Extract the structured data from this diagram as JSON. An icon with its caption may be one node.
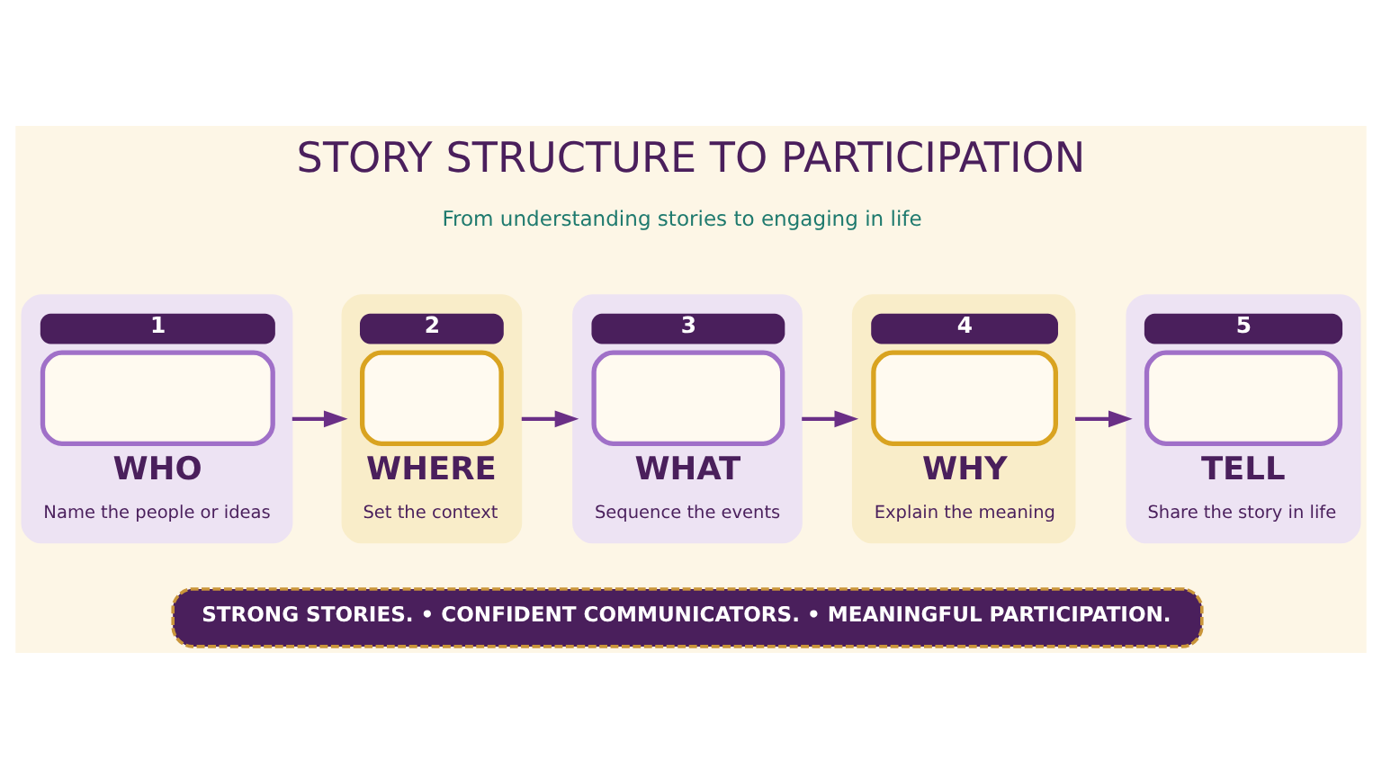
{
  "diagram": {
    "title": "STORY STRUCTURE TO PARTICIPATION",
    "nodes": [
      {
        "text": [
          "1",
          "WHO",
          "Name the people or ideas"
        ]
      },
      {
        "text": [
          "2",
          "WHERE",
          "Set the context"
        ]
      },
      {
        "text": [
          "3",
          "WHAT",
          "Sequence the events"
        ]
      },
      {
        "text": [
          "4",
          "WHY",
          "Explain the meaning"
        ]
      },
      {
        "text": [
          "5",
          "TELL",
          "Share the story in life"
        ]
      },
      {
        "text": [
          "STRONG STORIES. • CONFIDENT COMMUNICATORS. • MEANINGFUL PARTICIPATION."
        ]
      }
    ],
    "edges": [
      {
        "from": 0,
        "to": 1,
        "arrow": "to"
      },
      {
        "from": 1,
        "to": 2,
        "arrow": "to"
      },
      {
        "from": 2,
        "to": 3,
        "arrow": "to"
      },
      {
        "from": 3,
        "to": 4,
        "arrow": "to"
      }
    ],
    "labels": [
      "From understanding stories to engaging in life"
    ]
  }
}
